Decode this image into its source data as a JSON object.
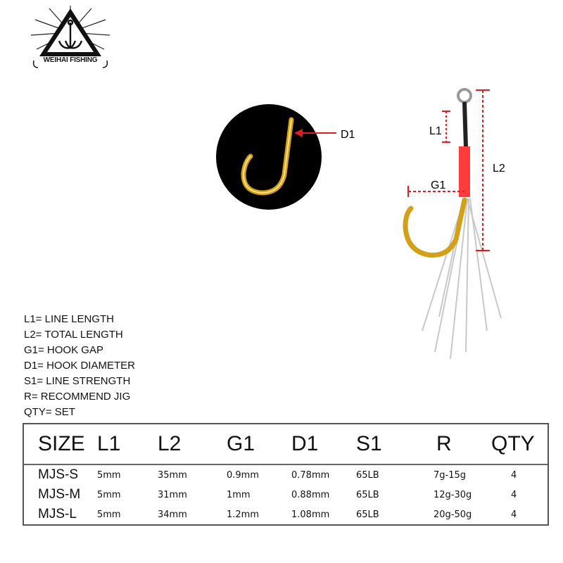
{
  "logo": {
    "brand_text": "WEIHAI FISHING"
  },
  "diagram_labels": {
    "d1": "D1",
    "l1": "L1",
    "l2": "L2",
    "g1": "G1"
  },
  "legend": [
    "L1=  LINE LENGTH",
    "L2= TOTAL LENGTH",
    "G1= HOOK GAP",
    "D1= HOOK DIAMETER",
    "S1= LINE STRENGTH",
    "R= RECOMMEND JIG",
    "QTY= SET"
  ],
  "table": {
    "headers": [
      "SIZE",
      "L1",
      "L2",
      "G1",
      "D1",
      "S1",
      "R",
      "QTY"
    ],
    "rows": [
      [
        "MJS-S",
        "5mm",
        "35mm",
        "0.9mm",
        "0.78mm",
        "65LB",
        "7g-15g",
        "4"
      ],
      [
        "MJS-M",
        "5mm",
        "31mm",
        "1mm",
        "0.88mm",
        "65LB",
        "12g-30g",
        "4"
      ],
      [
        "MJS-L",
        "5mm",
        "34mm",
        "1.2mm",
        "1.08mm",
        "65LB",
        "20g-50g",
        "4"
      ]
    ]
  },
  "colors": {
    "dimension_red": "#e11b22",
    "hook_gold": "#d4a017",
    "line_red": "#ff3b3b"
  }
}
